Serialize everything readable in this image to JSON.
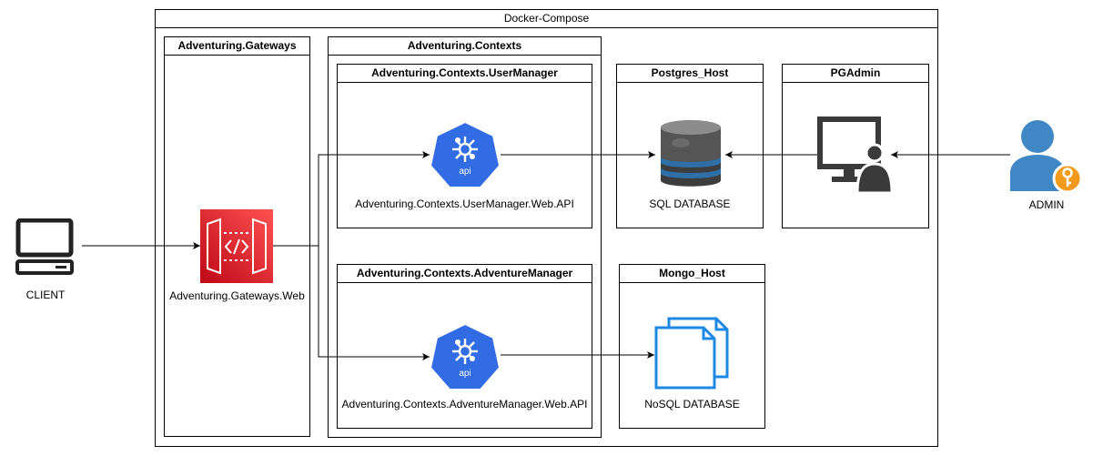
{
  "containers": {
    "docker_compose": "Docker-Compose",
    "gateways": "Adventuring.Gateways",
    "contexts": "Adventuring.Contexts",
    "user_manager": "Adventuring.Contexts.UserManager",
    "adventure_manager": "Adventuring.Contexts.AdventureManager",
    "postgres_host": "Postgres_Host",
    "pgadmin": "PGAdmin",
    "mongo_host": "Mongo_Host"
  },
  "nodes": {
    "client": "CLIENT",
    "gateway_web": "Adventuring.Gateways.Web",
    "user_manager_api": "Adventuring.Contexts.UserManager.Web.API",
    "adventure_manager_api": "Adventuring.Contexts.AdventureManager.Web.API",
    "sql_database": "SQL DATABASE",
    "nosql_database": "NoSQL DATABASE",
    "admin": "ADMIN",
    "api_badge_1": "api",
    "api_badge_2": "api"
  },
  "icons": {
    "client": "laptop-icon",
    "gateway": "api-gateway-icon",
    "user_manager_api": "kubernetes-api-icon",
    "adventure_manager_api": "kubernetes-api-icon",
    "sql_database": "database-icon",
    "nosql_database": "documents-icon",
    "pgadmin": "monitor-user-icon",
    "admin": "admin-user-key-icon"
  },
  "colors": {
    "gateway": "#e7156a",
    "kubernetes": "#326ce5",
    "documents": "#1e88e5",
    "admin_user": "#3f88c5",
    "admin_key": "#f49a1b",
    "database_dark": "#3d3d3d",
    "database_band": "#2f6fa8"
  }
}
